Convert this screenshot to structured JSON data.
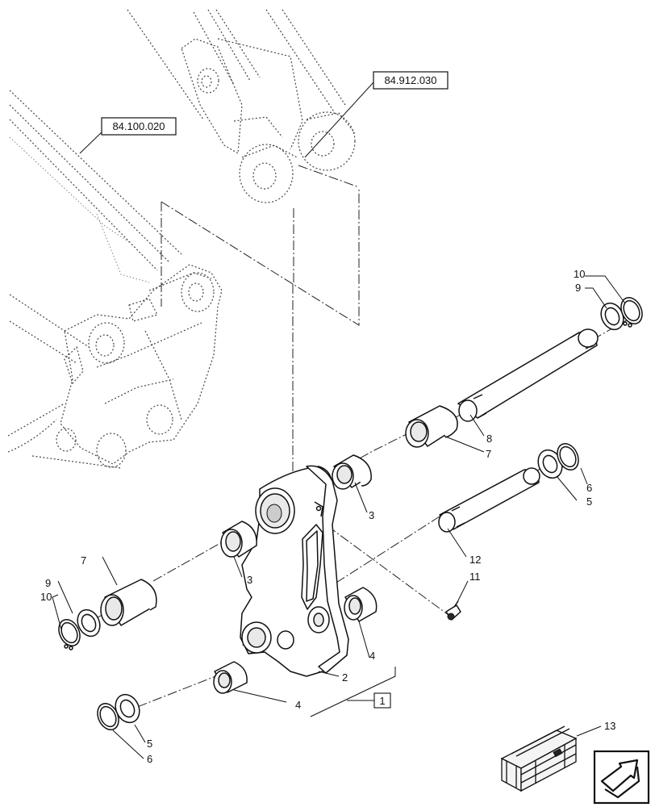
{
  "references": [
    "84.100.020",
    "84.912.030"
  ],
  "kit_marker": "1",
  "callouts": {
    "c2": "2",
    "c3a": "3",
    "c3b": "3",
    "c4a": "4",
    "c4b": "4",
    "c5a": "5",
    "c5b": "5",
    "c6a": "6",
    "c6b": "6",
    "c7a": "7",
    "c7b": "7",
    "c8": "8",
    "c9a": "9",
    "c9b": "9",
    "c10a": "10",
    "c10b": "10",
    "c11": "11",
    "c12": "12",
    "c13": "13"
  },
  "icons": {
    "kit_icon": "crate-icon",
    "nav_icon": "next-page-arrow-icon"
  }
}
